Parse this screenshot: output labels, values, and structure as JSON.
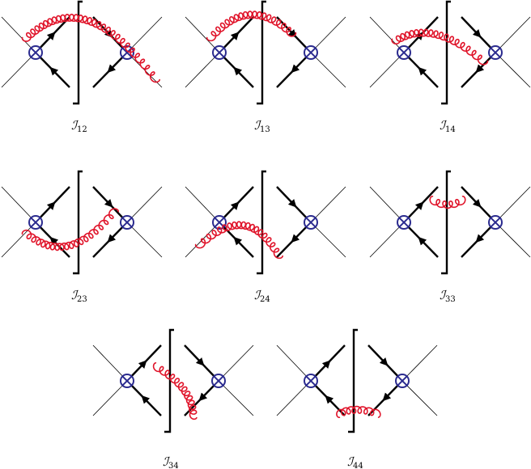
{
  "diagrams": [
    {
      "label": "ℐ",
      "subscript": "12"
    },
    {
      "label": "ℐ",
      "subscript": "13"
    },
    {
      "label": "ℐ",
      "subscript": "14"
    },
    {
      "label": "ℐ",
      "subscript": "23"
    },
    {
      "label": "ℐ",
      "subscript": "24"
    },
    {
      "label": "ℐ",
      "subscript": "33"
    },
    {
      "label": "ℐ",
      "subscript": "34"
    },
    {
      "label": "ℐ",
      "subscript": "44"
    }
  ],
  "colors": {
    "gluon": "#e0142a",
    "vertex": "#2b2b8f",
    "line": "#000000"
  },
  "icons": {
    "vertex": "circled-times-icon",
    "gluon": "gluon-coil-icon",
    "cut": "cut-bracket-icon"
  }
}
